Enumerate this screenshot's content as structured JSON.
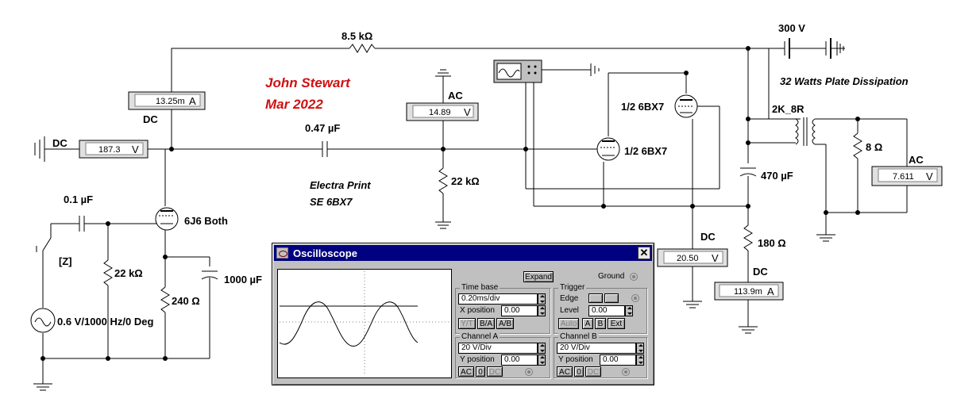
{
  "credit": {
    "name": "John Stewart",
    "date": "Mar 2022"
  },
  "caption": {
    "line1": "Electra Print",
    "line2": "SE 6BX7"
  },
  "labels": {
    "r_top": "8.5 kΩ",
    "supply": "300 V",
    "plate_diss": "32 Watts Plate Dissipation",
    "c_coupling": "0.47 µF",
    "r_grid2": "22 kΩ",
    "tube_top": "1/2 6BX7",
    "tube_bottom": "1/2 6BX7",
    "transformer": "2K_8R",
    "r_load": "8 Ω",
    "c_filter": "470 µF",
    "r_cathode": "180 Ω",
    "c_input": "0.1 µF",
    "tube_input": "6J6 Both",
    "r_grid1": "22 kΩ",
    "r_k1": "240 Ω",
    "c_k1": "1000 µF",
    "source": "0.6 V/1000 Hz/0 Deg",
    "switch_key": "[Z]"
  },
  "meters": {
    "m1": {
      "mode": "DC",
      "value": "13.25m",
      "unit": "A"
    },
    "m2": {
      "mode": "DC",
      "value": "187.3",
      "unit": "V"
    },
    "m3": {
      "mode": "AC",
      "value": "14.89",
      "unit": "V"
    },
    "m4": {
      "mode": "AC",
      "value": "7.611",
      "unit": "V"
    },
    "m5": {
      "mode": "DC",
      "value": "20.50",
      "unit": "V"
    },
    "m6": {
      "mode": "DC",
      "value": "113.9m",
      "unit": "A"
    }
  },
  "oscilloscope": {
    "title": "Oscilloscope",
    "expand": "Expand",
    "ground": "Ground",
    "timebase": {
      "title": "Time base",
      "value": "0.20ms/div",
      "xpos_label": "X position",
      "xpos": "0.00",
      "buttons": [
        "Y/T",
        "B/A",
        "A/B"
      ]
    },
    "trigger": {
      "title": "Trigger",
      "edge_label": "Edge",
      "level_label": "Level",
      "level": "0.00",
      "buttons": [
        "Auto",
        "A",
        "B",
        "Ext"
      ]
    },
    "channel_a": {
      "title": "Channel A",
      "value": "20 V/Div",
      "ypos_label": "Y position",
      "ypos": "0.00",
      "buttons": [
        "AC",
        "0",
        "DC"
      ]
    },
    "channel_b": {
      "title": "Channel B",
      "value": "20 V/Div",
      "ypos_label": "Y position",
      "ypos": "0.00",
      "buttons": [
        "AC",
        "0",
        "DC"
      ]
    }
  }
}
